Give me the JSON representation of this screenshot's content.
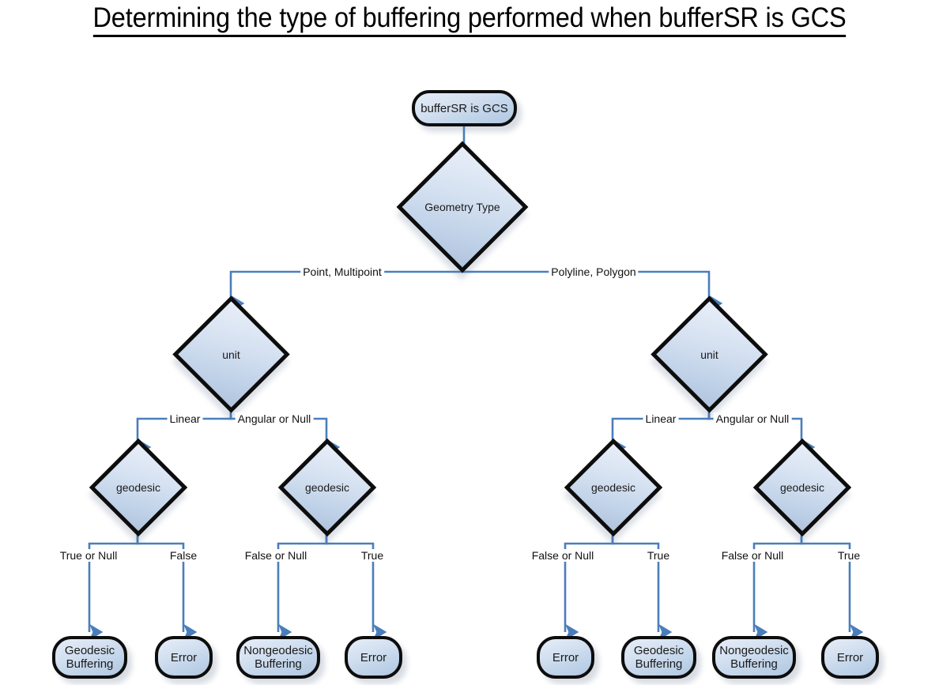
{
  "title": "Determining the type of buffering performed when bufferSR is GCS",
  "colors": {
    "edge": "#4a7ebb",
    "node_border": "#0d0d0d",
    "node_fill_light": "#e6edf7",
    "node_fill_dark": "#b0c4dd",
    "background": "#ffffff",
    "text": "#1a1a1a"
  },
  "nodes": {
    "start": {
      "label": "bufferSR is GCS",
      "shape": "rounded-rect"
    },
    "geometry_type": {
      "label": "Geometry Type",
      "shape": "diamond"
    },
    "unit_left": {
      "label": "unit",
      "shape": "diamond"
    },
    "unit_right": {
      "label": "unit",
      "shape": "diamond"
    },
    "geodesic_1": {
      "label": "geodesic",
      "shape": "diamond"
    },
    "geodesic_2": {
      "label": "geodesic",
      "shape": "diamond"
    },
    "geodesic_3": {
      "label": "geodesic",
      "shape": "diamond"
    },
    "geodesic_4": {
      "label": "geodesic",
      "shape": "diamond"
    },
    "terminal_1": {
      "label": "Geodesic Buffering",
      "shape": "rounded-rect"
    },
    "terminal_2": {
      "label": "Error",
      "shape": "rounded-rect"
    },
    "terminal_3": {
      "label": "Nongeodesic Buffering",
      "shape": "rounded-rect"
    },
    "terminal_4": {
      "label": "Error",
      "shape": "rounded-rect"
    },
    "terminal_5": {
      "label": "Error",
      "shape": "rounded-rect"
    },
    "terminal_6": {
      "label": "Geodesic Buffering",
      "shape": "rounded-rect"
    },
    "terminal_7": {
      "label": "Nongeodesic Buffering",
      "shape": "rounded-rect"
    },
    "terminal_8": {
      "label": "Error",
      "shape": "rounded-rect"
    }
  },
  "edge_labels": {
    "geom_left": "Point, Multipoint",
    "geom_right": "Polyline, Polygon",
    "unit_l_left": "Linear",
    "unit_l_right": "Angular or Null",
    "unit_r_left": "Linear",
    "unit_r_right": "Angular or Null",
    "g1_left": "True or Null",
    "g1_right": "False",
    "g2_left": "False or Null",
    "g2_right": "True",
    "g3_left": "False or Null",
    "g3_right": "True",
    "g4_left": "False or Null",
    "g4_right": "True"
  },
  "flow": {
    "description": "Decision tree for buffering type when bufferSR is GCS",
    "paths": [
      "bufferSR is GCS -> Geometry Type",
      "Geometry Type -(Point, Multipoint)-> unit",
      "Geometry Type -(Polyline, Polygon)-> unit",
      "unit(left) -(Linear)-> geodesic -(True or Null)-> Geodesic Buffering / -(False)-> Error",
      "unit(left) -(Angular or Null)-> geodesic -(False or Null)-> Nongeodesic Buffering / -(True)-> Error",
      "unit(right) -(Linear)-> geodesic -(False or Null)-> Error / -(True)-> Geodesic Buffering",
      "unit(right) -(Angular or Null)-> geodesic -(False or Null)-> Nongeodesic Buffering / -(True)-> Error"
    ]
  }
}
